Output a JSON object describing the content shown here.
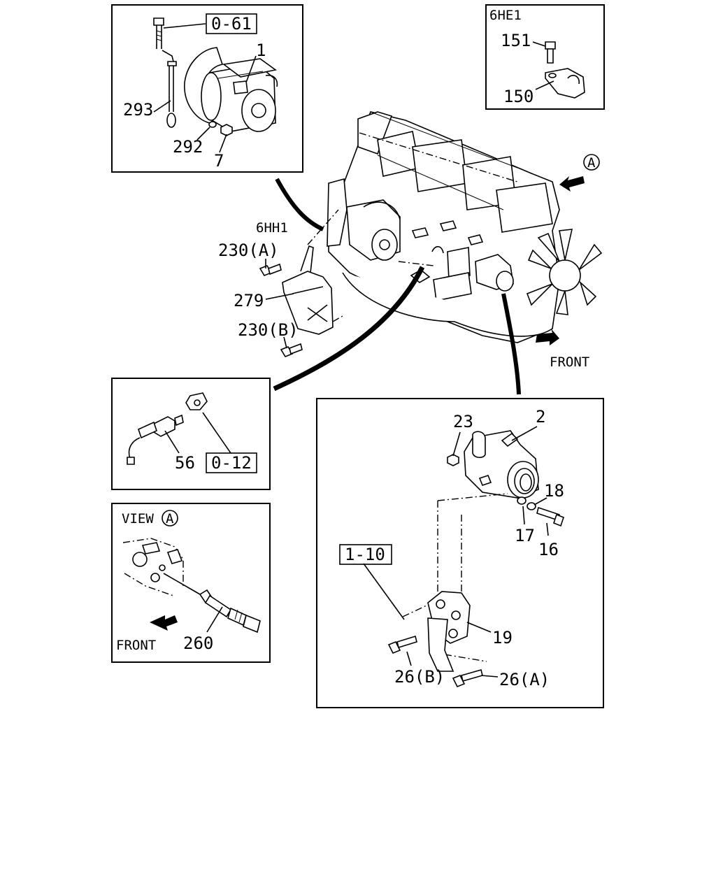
{
  "callouts": {
    "ref_061": "0-61",
    "p1": "1",
    "p293": "293",
    "p292": "292",
    "p7": "7",
    "variant_6he1": "6HE1",
    "p151": "151",
    "p150": "150",
    "circle_a": "A",
    "variant_6hh1": "6HH1",
    "p230a": "230(A)",
    "p279": "279",
    "p230b": "230(B)",
    "front_main": "FRONT",
    "p56": "56",
    "ref_012": "0-12",
    "view_label": "VIEW",
    "view_circle": "A",
    "front_view": "FRONT",
    "p260": "260",
    "p23": "23",
    "p2": "2",
    "p18": "18",
    "p17": "17",
    "p16": "16",
    "ref_110": "1-10",
    "p19": "19",
    "p26b": "26(B)",
    "p26a": "26(A)"
  }
}
